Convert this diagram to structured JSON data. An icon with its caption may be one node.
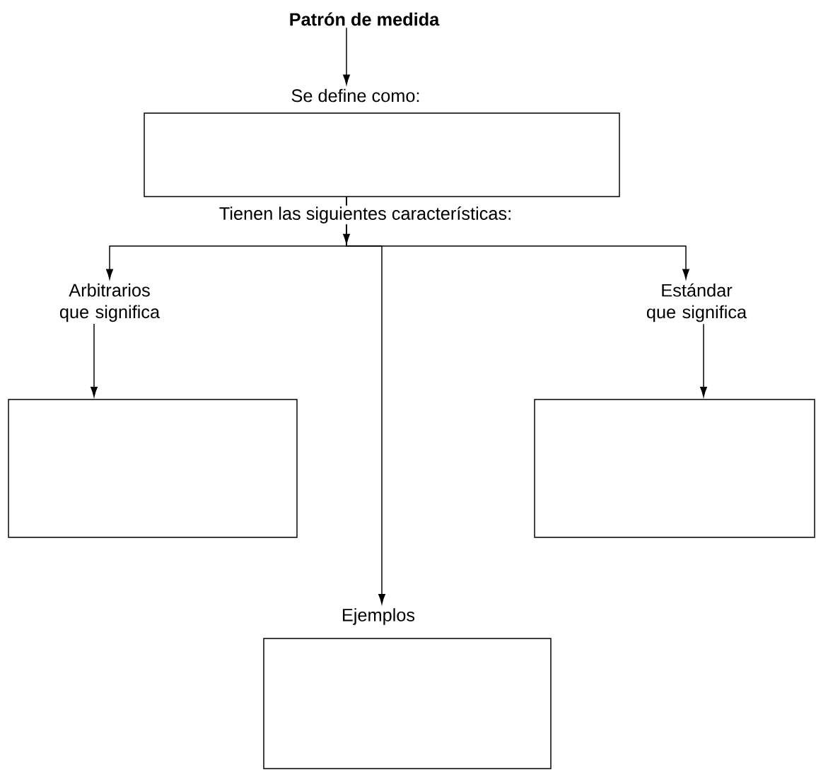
{
  "diagram": {
    "nodes": [
      {
        "text": [
          "Patrón de medida"
        ]
      },
      {
        "text": [
          "Se define como:"
        ]
      },
      {
        "text": [
          "Arbitrarios que significa"
        ]
      },
      {
        "text": [],
        "shape": "box"
      },
      {
        "text": [
          "Estándar que significa"
        ]
      },
      {
        "text": [],
        "shape": "box"
      },
      {
        "text": [
          "Ejemplos"
        ]
      }
    ],
    "edges": [
      {
        "from": 0,
        "to": 1,
        "arrow": "to"
      },
      {
        "from": 1,
        "to": 2,
        "arrow": "to"
      },
      {
        "from": 2,
        "to": 3,
        "arrow": "to"
      },
      {
        "from": 1,
        "to": 4,
        "arrow": "to"
      },
      {
        "from": 4,
        "to": 5,
        "arrow": "to"
      },
      {
        "from": 1,
        "to": 6,
        "arrow": "to"
      }
    ],
    "labels": [
      "Tienen las siguientes características:"
    ]
  }
}
